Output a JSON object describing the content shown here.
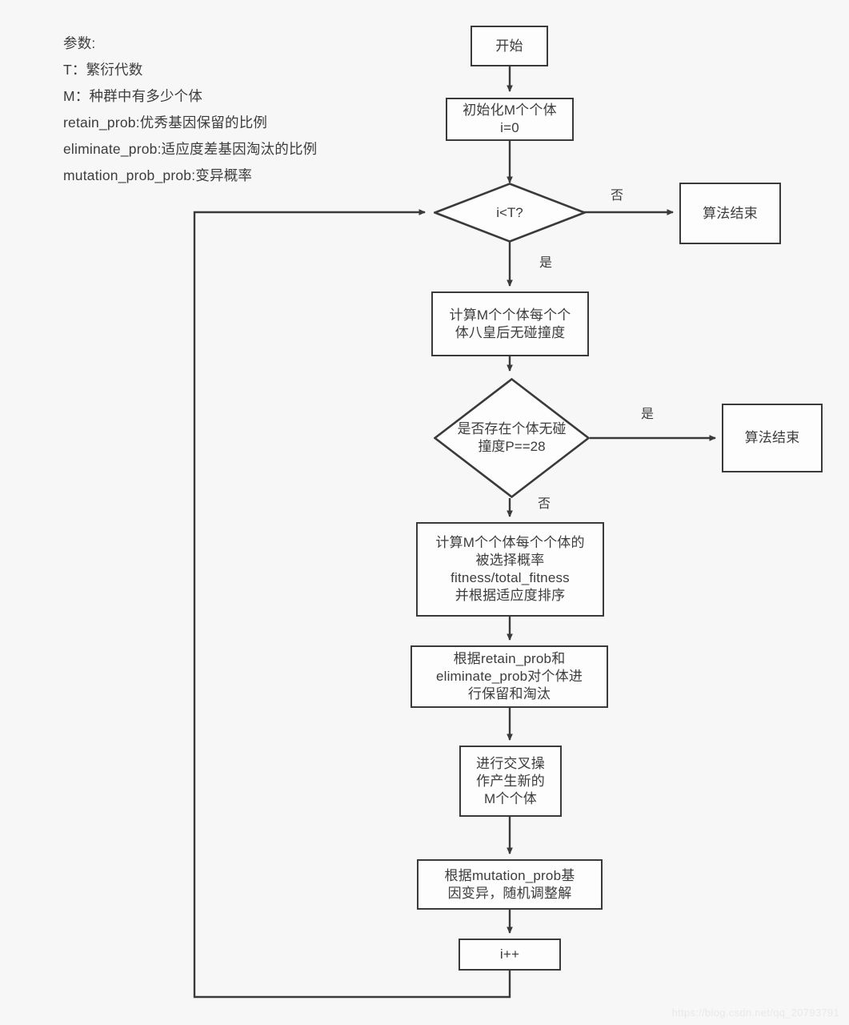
{
  "legend": {
    "title": "参数:",
    "lines": [
      "T：繁衍代数",
      "M：种群中有多少个体",
      "retain_prob:优秀基因保留的比例",
      "eliminate_prob:适应度差基因淘汰的比例",
      "mutation_prob_prob:变异概率"
    ]
  },
  "nodes": {
    "start": "开始",
    "init_line1": "初始化M个个体",
    "init_line2": "i=0",
    "decision_loop": "i<T?",
    "end_top": "算法结束",
    "calc_conflict_line1": "计算M个个体每个个",
    "calc_conflict_line2": "体八皇后无碰撞度",
    "decision_found_line1": "是否存在个体无碰",
    "decision_found_line2": "撞度P==28",
    "end_found": "算法结束",
    "fitness_line1": "计算M个个体每个个体的",
    "fitness_line2": "被选择概率",
    "fitness_line3": "fitness/total_fitness",
    "fitness_line4": "并根据适应度排序",
    "select_line1": "根据retain_prob和",
    "select_line2": "eliminate_prob对个体进",
    "select_line3": "行保留和淘汰",
    "crossover_line1": "进行交叉操",
    "crossover_line2": "作产生新的",
    "crossover_line3": "M个个体",
    "mutate_line1": "根据mutation_prob基",
    "mutate_line2": "因变异，随机调整解",
    "increment": "i++"
  },
  "edge_labels": {
    "loop_no": "否",
    "loop_yes": "是",
    "found_yes": "是",
    "found_no": "否"
  },
  "colors": {
    "background": "#f7f7f7",
    "node_fill": "#fdfdfd",
    "stroke": "#3a3a3a",
    "text": "#3c3c3c",
    "watermark": "#e9e9e9"
  },
  "watermark": "https://blog.csdn.net/qq_20793791"
}
